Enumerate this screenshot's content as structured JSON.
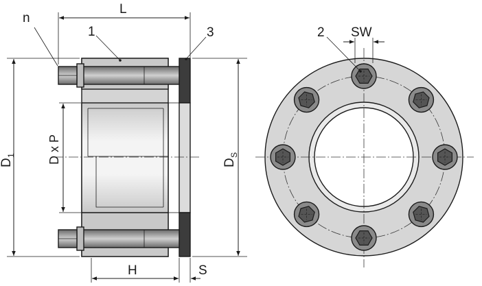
{
  "figure": {
    "side_view": {
      "labels": {
        "n": "n",
        "part_1": "1",
        "part_3": "3",
        "length": "L",
        "outer_diameter": "D",
        "outer_diameter_sub": "1",
        "bore": "D x P",
        "sleeve_diameter": "D",
        "sleeve_diameter_sub": "S",
        "hub_length": "H",
        "flange_thickness": "S"
      }
    },
    "front_view": {
      "labels": {
        "part_2": "2",
        "wrench_size": "SW"
      },
      "bolt_count": 8
    },
    "colors": {
      "body_fill": "#d9d9d9",
      "body_light": "#eeeeee",
      "flange_dark": "#3c3c3c",
      "bolt_fill": "#8a8a8a",
      "bolt_dark": "#555555",
      "line": "#1a1a1a"
    }
  }
}
